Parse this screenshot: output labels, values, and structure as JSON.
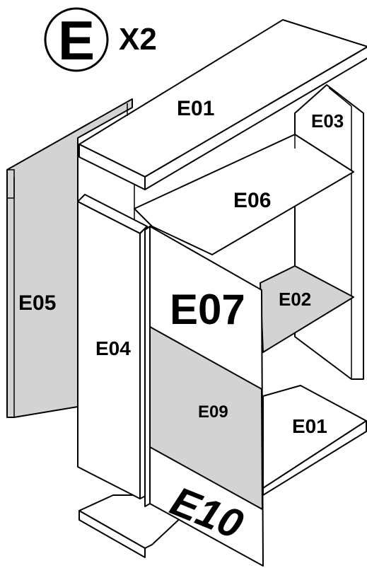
{
  "badge": {
    "letter": "E",
    "quantity": "X2"
  },
  "parts": {
    "top_panel": "E01",
    "bottom_panel": "E01",
    "shelf_middle": "E02",
    "right_side": "E03",
    "left_side": "E04",
    "back_panel": "E05",
    "upper_shelf": "E06",
    "door": "E07",
    "glass_insert": "E09",
    "door_bottom": "E10"
  },
  "colors": {
    "panel": "#ffffff",
    "shaded_panel": "#d3d3d3",
    "line": "#000000"
  }
}
